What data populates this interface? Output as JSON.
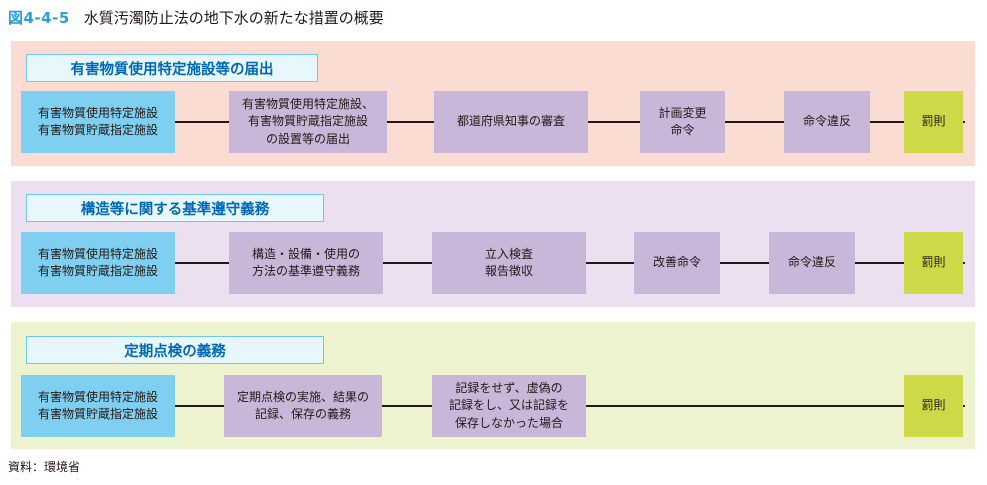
{
  "figure": {
    "number": "図4-4-5",
    "title": "水質汚濁防止法の地下水の新たな措置の概要"
  },
  "sections": [
    {
      "title": "有害物質使用特定施設等の届出",
      "boxes": [
        "有害物質使用特定施設\n有害物質貯蔵指定施設",
        "有害物質使用特定施設、\n有害物質貯蔵指定施設\nの設置等の届出",
        "都道府県知事の審査",
        "計画変更\n命令",
        "命令違反",
        "罰則"
      ]
    },
    {
      "title": "構造等に関する基準遵守義務",
      "boxes": [
        "有害物質使用特定施設\n有害物質貯蔵指定施設",
        "構造・設備・使用の\n方法の基準遵守義務",
        "立入検査\n報告徴収",
        "改善命令",
        "命令違反",
        "罰則"
      ]
    },
    {
      "title": "定期点検の義務",
      "boxes": [
        "有害物質使用特定施設\n有害物質貯蔵指定施設",
        "定期点検の実施、結果の\n記録、保存の義務",
        "記録をせず、虚偽の\n記録をし、又は記録を\n保存しなかった場合",
        "罰則"
      ]
    }
  ],
  "source": "資料：環境省",
  "colors": {
    "facility": "#7fd0f0",
    "step": "#c9b7d9",
    "penalty": "#cfd846",
    "title_text": "#0068b7",
    "figure_number": "#2a9fd8"
  }
}
